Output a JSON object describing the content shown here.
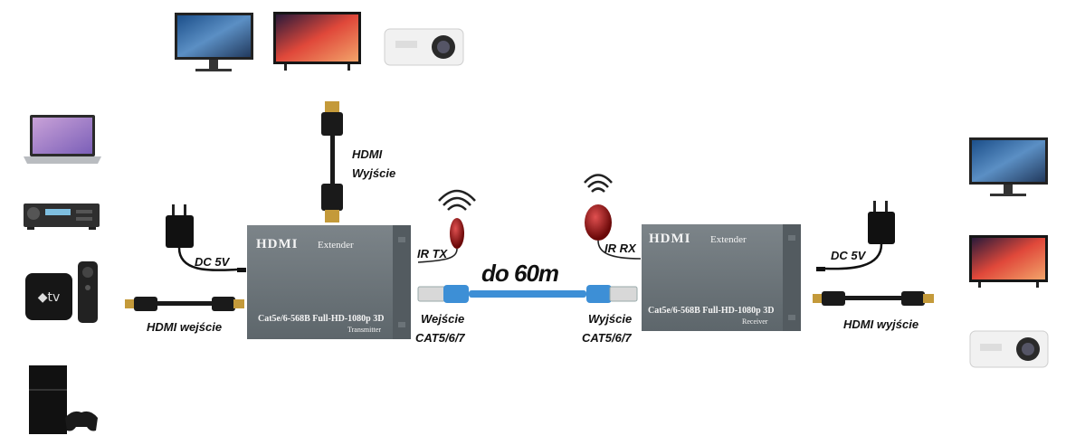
{
  "colors": {
    "device_body": "#6b7378",
    "cable_blue": "#3d8fd6",
    "cable_dark": "#1a1a1a",
    "connector_gold": "#c49a3a",
    "ir_red": "#a01616"
  },
  "transmitter": {
    "brand": "HDMI",
    "title": "Extender",
    "model": "Cat5e/6-568B Full-HD-1080p 3D",
    "role": "Transmitter"
  },
  "receiver": {
    "brand": "HDMI",
    "title": "Extender",
    "model": "Cat5e/6-568B Full-HD-1080p 3D",
    "role": "Receiver"
  },
  "labels": {
    "hdmi_out_top_1": "HDMI",
    "hdmi_out_top_2": "Wyjście",
    "dc_left": "DC 5V",
    "hdmi_in": "HDMI wejście",
    "ir_tx": "IR TX",
    "ir_rx": "IR RX",
    "distance": "do 60m",
    "cat_in_1": "Wejście",
    "cat_in_2": "CAT5/6/7",
    "cat_out_1": "Wyjście",
    "cat_out_2": "CAT5/6/7",
    "dc_right": "DC 5V",
    "hdmi_out_right": "HDMI wyjście"
  },
  "icons": {
    "sources": [
      "laptop-icon",
      "av-receiver-icon",
      "apple-tv-icon",
      "game-console-icon"
    ],
    "top_displays": [
      "monitor-icon",
      "tv-icon",
      "projector-icon"
    ],
    "right_displays": [
      "monitor-icon",
      "tv-icon",
      "projector-icon"
    ]
  }
}
